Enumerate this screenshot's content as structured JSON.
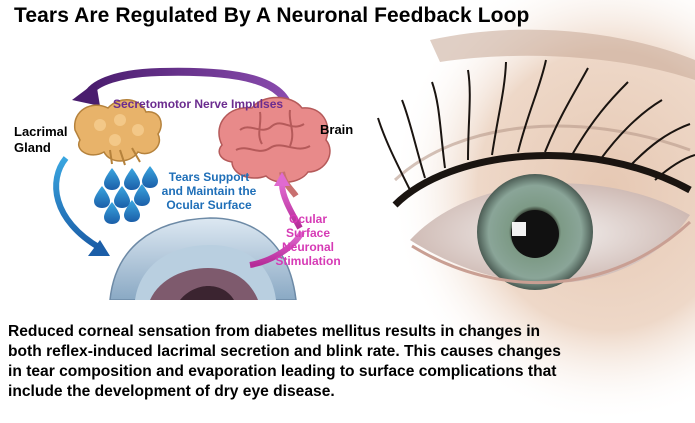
{
  "title": "Tears Are Regulated By A Neuronal Feedback Loop",
  "labels": {
    "secretomotor": "Secretomotor Nerve Impulses",
    "lacrimal_line1": "Lacrimal",
    "lacrimal_line2": "Gland",
    "brain": "Brain",
    "tears_line1": "Tears Support",
    "tears_line2": "and Maintain the",
    "tears_line3": "Ocular Surface",
    "ocular_line1": "Ocular",
    "ocular_line2": "Surface",
    "ocular_line3": "Neuronal",
    "ocular_line4": "Stimulation"
  },
  "caption": {
    "line1": "Reduced corneal sensation from diabetes mellitus results in changes in",
    "line2": "both reflex-induced lacrimal secretion and blink rate. This causes changes",
    "line3": "in tear composition and evaporation leading to surface complications that",
    "line4": "include the development of dry eye disease."
  },
  "colors": {
    "secretomotor": "#6b2c8f",
    "tears": "#1f6fb8",
    "ocular": "#d63ab5",
    "gland": "#e8b36a",
    "brain": "#e88a8a",
    "iris": "#7a9a8a",
    "skin": "#ead2bf"
  },
  "icons": [
    "lacrimal-gland-illustration",
    "brain-illustration",
    "tear-drop-icon",
    "eye-cross-section-illustration",
    "eye-closeup-photo"
  ]
}
